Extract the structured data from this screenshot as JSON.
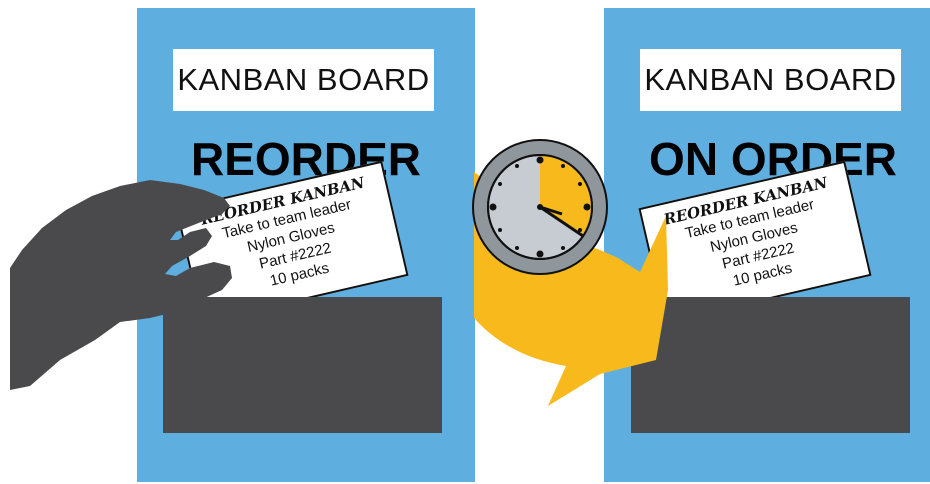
{
  "boards": {
    "left": {
      "header": "KANBAN BOARD",
      "status": "REORDER",
      "card": {
        "title": "REORDER KANBAN",
        "line1": "Take to team leader",
        "line2": "Nylon Gloves",
        "line3": "Part #2222",
        "line4": "10 packs"
      }
    },
    "right": {
      "header": "KANBAN BOARD",
      "status": "ON ORDER",
      "card": {
        "title": "REORDER KANBAN",
        "line1": "Take to team leader",
        "line2": "Nylon Gloves",
        "line3": "Part #2222",
        "line4": "10 packs"
      }
    }
  },
  "colors": {
    "board": "#5eaee0",
    "pocket": "#4a4a4c",
    "hand": "#4a4a4c",
    "arrow": "#f7b91c",
    "clock_face": "#b9c1c9",
    "clock_rim": "#8f969c"
  },
  "icons": {
    "hand": "hand-icon",
    "clock": "clock-icon",
    "arrow": "curved-arrow-icon"
  }
}
